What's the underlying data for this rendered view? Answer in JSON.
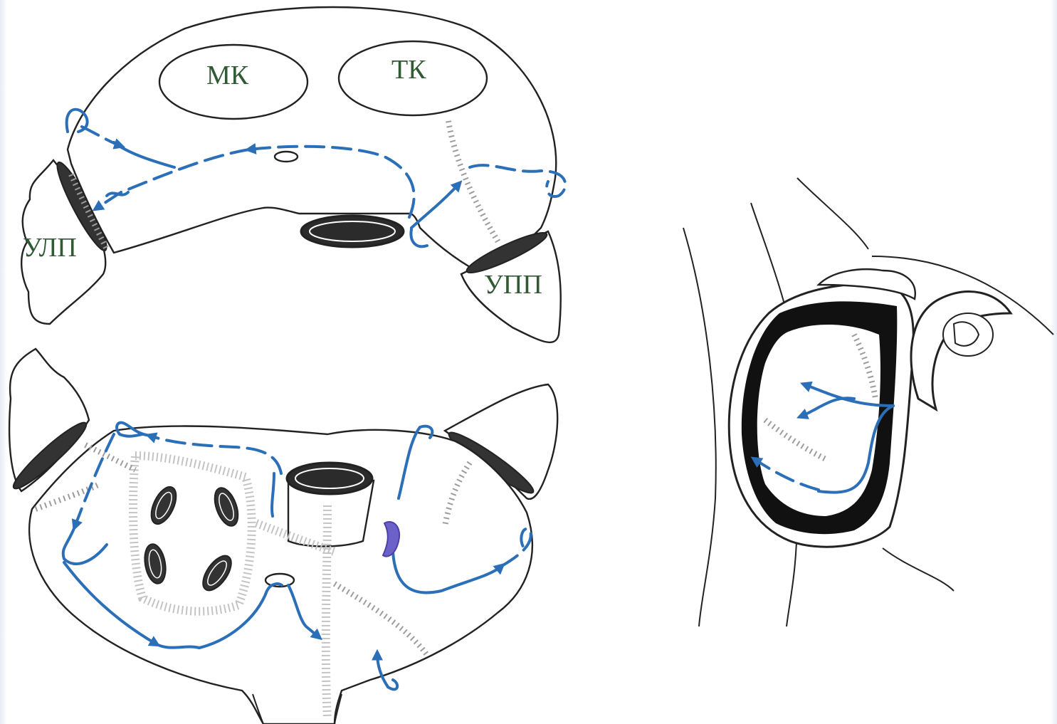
{
  "colors": {
    "pathway": "#2a6fb8",
    "highlight": "#6b62c9",
    "label": "#2f5a34",
    "outline": "#222222"
  },
  "labels": {
    "mitral": "МК",
    "tricuspid": "ТК",
    "left_appendage": "УЛП",
    "right_appendage": "УПП"
  }
}
